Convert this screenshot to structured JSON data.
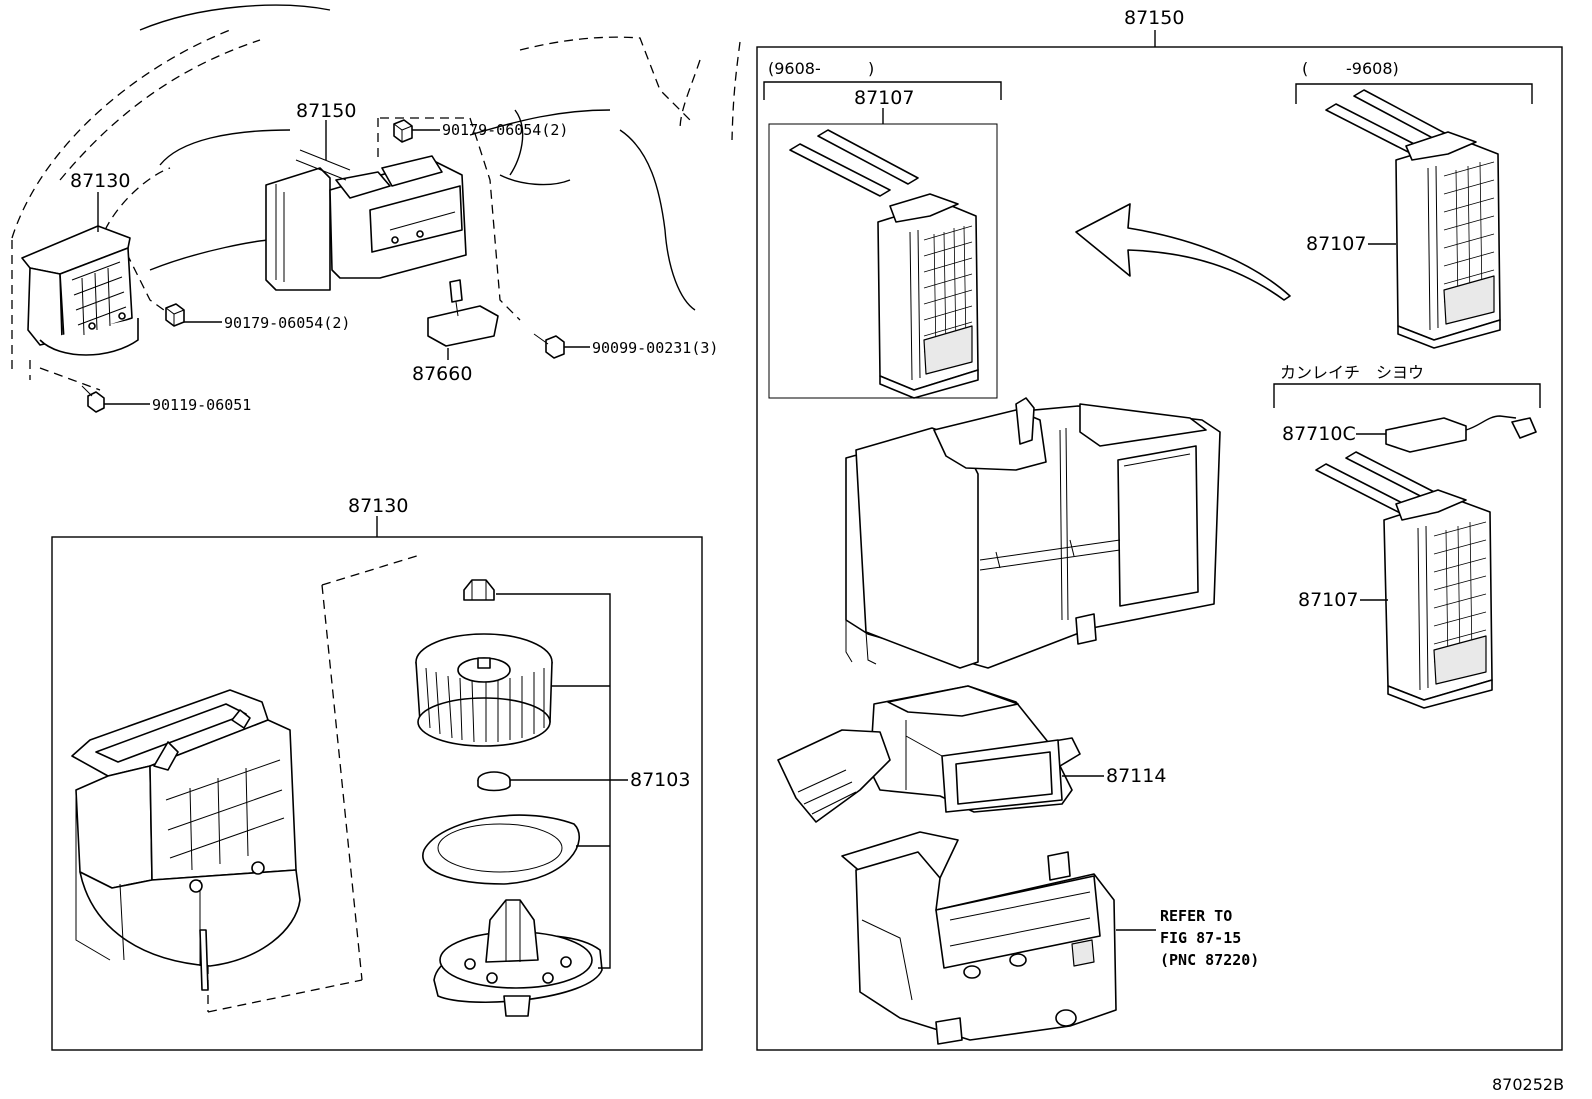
{
  "callouts": {
    "top_87150": "87150",
    "assy_87150": "87150",
    "assy_87130": "87130",
    "detail_87130": "87130",
    "bolt_nut_a": "90179-06054(2)",
    "bolt_nut_b": "90179-06054(2)",
    "bolt_90099": "90099-00231(3)",
    "bolt_90119": "90119-06051",
    "resistor_87660": "87660",
    "heater_87107_a": "87107",
    "heater_87107_b": "87107",
    "heater_87107_c": "87107",
    "sensor_87710c": "87710C",
    "duct_87114": "87114",
    "blower_87103": "87103"
  },
  "date_ranges": {
    "from_9608": "(9608-",
    "from_9608_close": ")",
    "to_9608_open": "(",
    "to_9608": "-9608)"
  },
  "cold_region_note": "カンレイチ　シヨウ",
  "refer_note": {
    "line1": "REFER TO",
    "line2": "FIG 87-15",
    "line3": "(PNC 87220)"
  },
  "figure_code": "870252B"
}
